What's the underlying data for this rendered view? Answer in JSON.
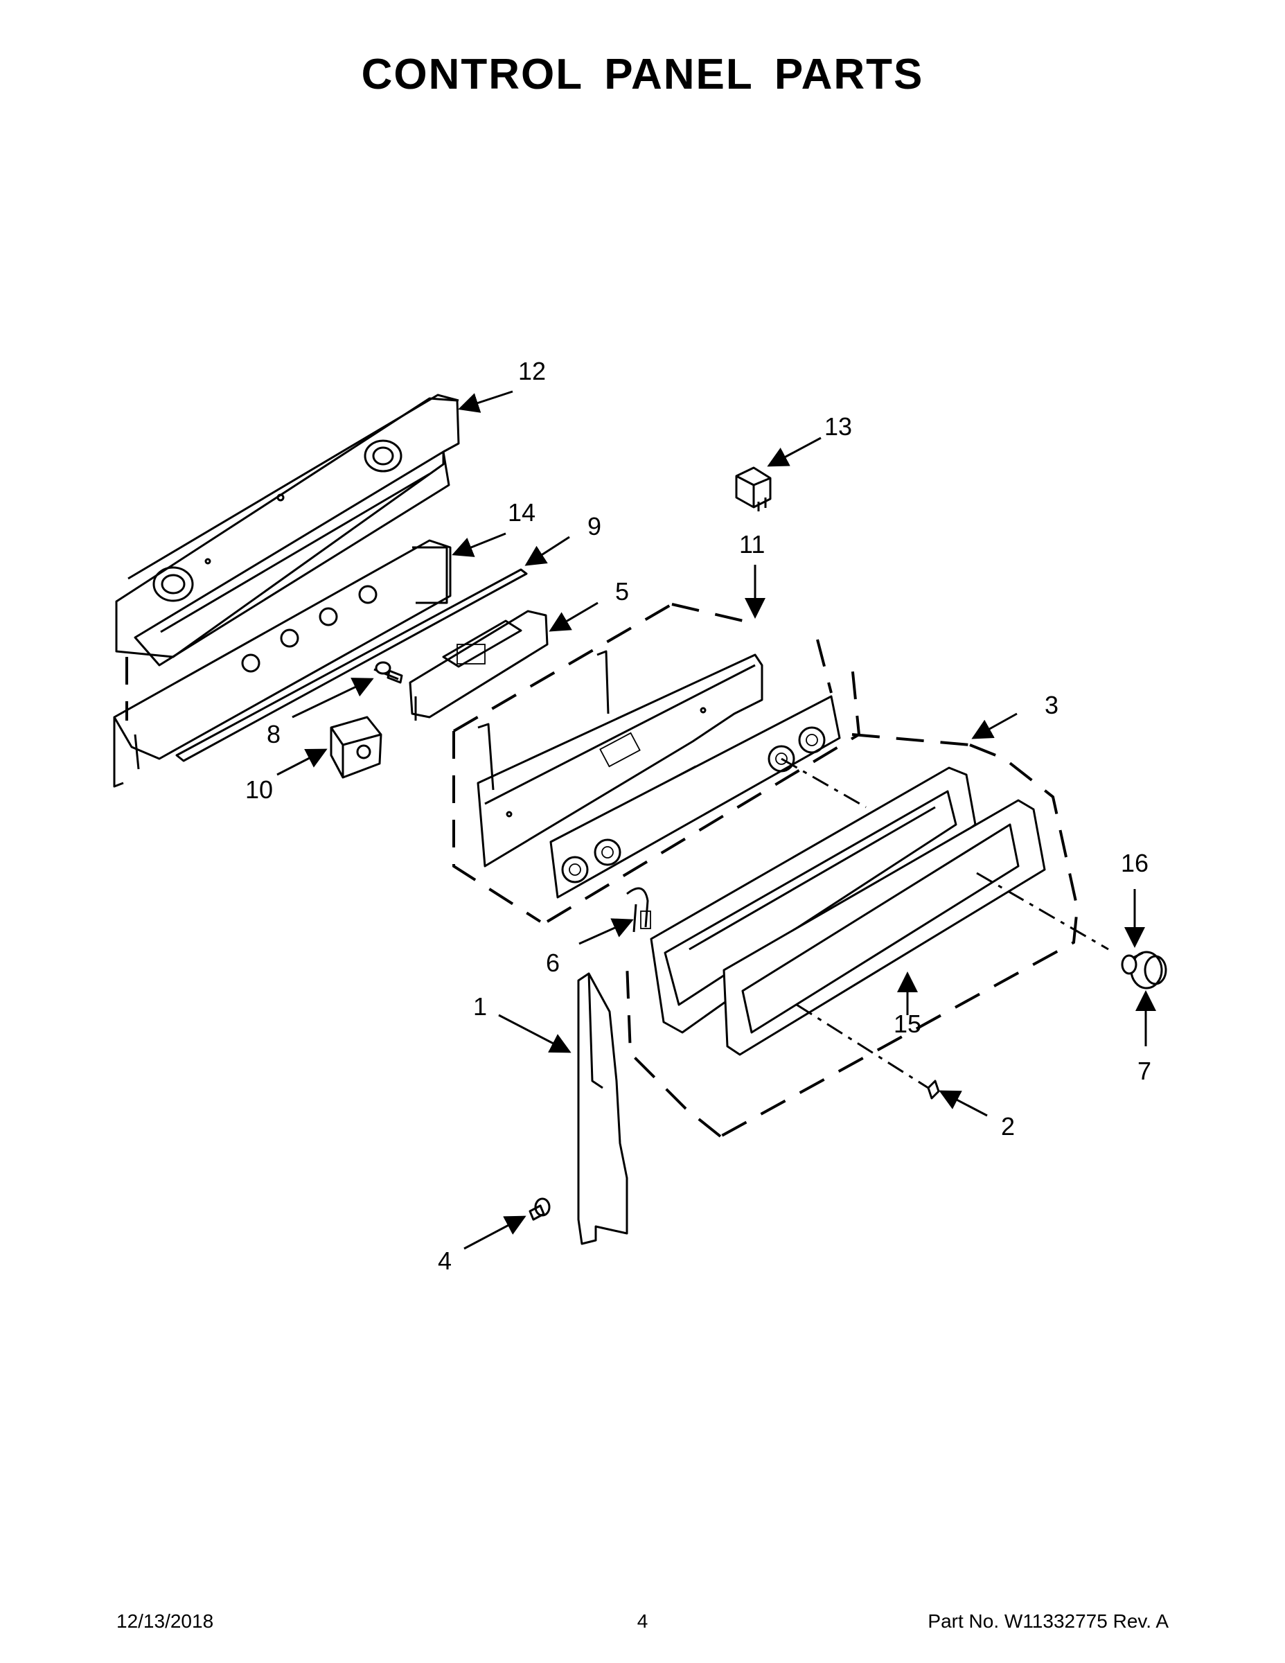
{
  "title": "CONTROL PANEL PARTS",
  "callouts": {
    "c1": "1",
    "c2": "2",
    "c3": "3",
    "c4": "4",
    "c5": "5",
    "c6": "6",
    "c7": "7",
    "c8": "8",
    "c9": "9",
    "c10": "10",
    "c11": "11",
    "c12": "12",
    "c13": "13",
    "c14": "14",
    "c15": "15",
    "c16": "16"
  },
  "footer": {
    "date": "12/13/2018",
    "page": "4",
    "part_number": "Part No.  W11332775  Rev.  A"
  }
}
